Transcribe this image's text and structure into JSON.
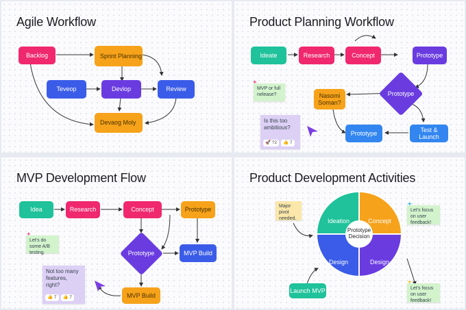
{
  "colors": {
    "red": "#f0286e",
    "blue": "#3b5ce8",
    "purple": "#6a3ce0",
    "orange": "#f6a21a",
    "teal": "#1fc29a",
    "sky": "#3386f0"
  },
  "agile": {
    "title": "Agile Workflow",
    "backlog": "Backlog",
    "sprint": "Sprint Planning",
    "teveop": "Teveop",
    "devlop": "Devlop",
    "review": "Review",
    "devaog": "Devaog Moly"
  },
  "planning": {
    "title": "Product Planning Workflow",
    "ideate": "Ideate",
    "research": "Research",
    "concept": "Concept",
    "prototype_top": "Prototype",
    "prototype_diamond": "Prototype",
    "nasomi": "Nasomi Soman?",
    "prototype_bottom": "Prototype",
    "test_launch": "Test & Launch",
    "note_mvp": "MVP or full nelease?",
    "note_ambitious": "Is this too ambitious?",
    "react1": "🚀 ?2",
    "react2": "👍 7"
  },
  "mvp": {
    "title": "MVP Development Flow",
    "idea": "Idea",
    "research": "Research",
    "concept": "Concept",
    "prototype_right": "Prototype",
    "prototype_diamond": "Prototype",
    "mvp_build_right": "MVP Build",
    "mvp_build_bottom": "MVP Build",
    "note_ab": "Let's do some A/B testing.",
    "note_features": "Not too many features, right?",
    "react1": "👍 7",
    "react2": "👍 7"
  },
  "activities": {
    "title": "Product Development Activities",
    "ideation": "Ideation",
    "concept": "Concept",
    "design_left": "Design",
    "design_right": "Design",
    "hub": "Prototype Decision",
    "launch": "Launch MVP",
    "note_pivot": "Major pivot needed.",
    "note_feedback1": "Let's focus on user feedback!",
    "note_feedback2": "Let's focus on user feedback!"
  }
}
